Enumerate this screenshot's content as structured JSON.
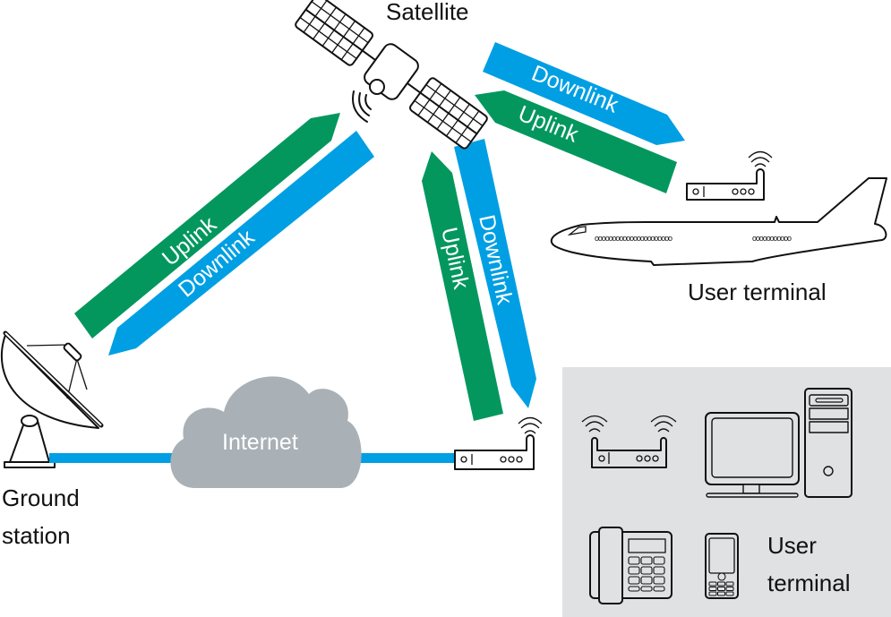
{
  "colors": {
    "uplink": "#03975e",
    "downlink": "#009fe3",
    "cloud": "#a9b0b6",
    "terminal_panel": "#dfe1e3",
    "link_line": "#009fe3"
  },
  "labels": {
    "satellite": "Satellite",
    "ground_station_line1": "Ground",
    "ground_station_line2": "station",
    "internet": "Internet",
    "aircraft_terminal": "User terminal",
    "ground_terminal_line1": "User",
    "ground_terminal_line2": "terminal"
  },
  "links": {
    "ground_uplink": "Uplink",
    "ground_downlink": "Downlink",
    "router_uplink": "Uplink",
    "router_downlink": "Downlink",
    "aircraft_downlink": "Downlink",
    "aircraft_uplink": "Uplink"
  },
  "aircraft": {
    "front_windows": "oooooooooooooooooooooo",
    "rear_windows": "ooooooooooo"
  }
}
